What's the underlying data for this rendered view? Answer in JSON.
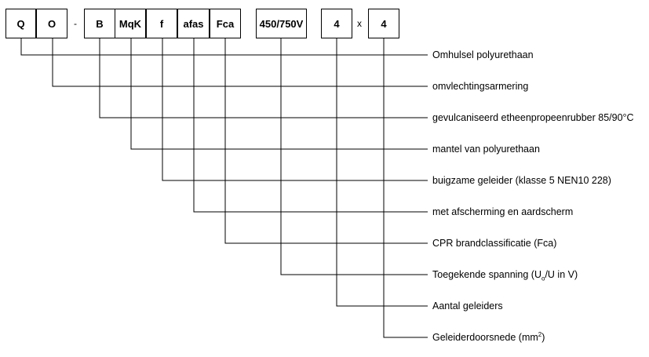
{
  "codes": [
    "Q",
    "O",
    "B",
    "MqK",
    "f",
    "afas",
    "Fca",
    "450/750V",
    "4",
    "4"
  ],
  "separators": [
    "-",
    "x"
  ],
  "descriptions": [
    "Omhulsel polyurethaan",
    "omvlechtingsarmering",
    "gevulcaniseerd etheenpropeenrubber 85/90°C",
    "mantel van polyurethaan",
    "buigzame geleider (klasse 5 NEN10 228)",
    "met afscherming en aardscherm",
    "CPR brandclassificatie (Fca)",
    {
      "pre": "Toegekende spanning (U",
      "sub": "o",
      "post": "/U in V)"
    },
    "Aantal geleiders",
    {
      "pre": "Geleiderdoorsnede (mm",
      "sup": "2",
      "post": ")"
    }
  ]
}
